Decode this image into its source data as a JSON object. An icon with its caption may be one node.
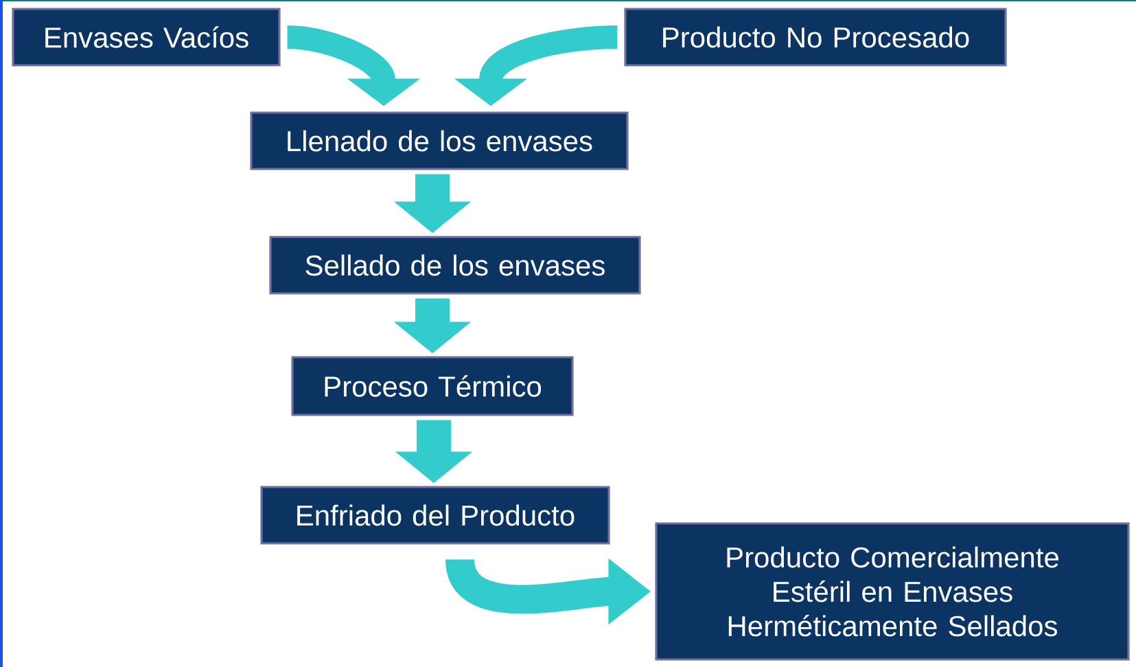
{
  "diagram": {
    "nodes": [
      {
        "text": [
          "Envases Vacíos"
        ]
      },
      {
        "text": [
          "Producto No Procesado"
        ]
      },
      {
        "text": [
          "Llenado de los envases"
        ]
      },
      {
        "text": [
          "Sellado de los envases"
        ]
      },
      {
        "text": [
          "Proceso Térmico"
        ]
      },
      {
        "text": [
          "Enfriado del Producto"
        ]
      },
      {
        "text": [
          "Producto Comercialmente Estéril en Envases Herméticamente Sellados"
        ]
      }
    ],
    "edges": [
      {
        "from": 0,
        "to": 2,
        "arrow": "to"
      },
      {
        "from": 1,
        "to": 2,
        "arrow": "to"
      },
      {
        "from": 2,
        "to": 3,
        "arrow": "to"
      },
      {
        "from": 3,
        "to": 4,
        "arrow": "to"
      },
      {
        "from": 4,
        "to": 5,
        "arrow": "to"
      },
      {
        "from": 5,
        "to": 6,
        "arrow": "to"
      }
    ]
  }
}
